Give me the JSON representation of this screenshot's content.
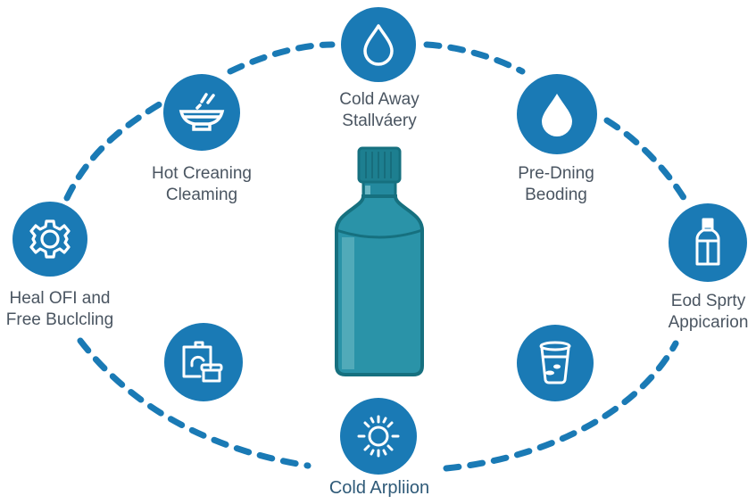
{
  "diagram": {
    "colors": {
      "accent": "#1a7ab5",
      "bottle": "#23899e",
      "bottle_dark": "#17707f",
      "bottle_highlight": "#5fb0bd",
      "text": "#4a5561",
      "connector": "#1a7ab5"
    },
    "center": {
      "icon": "bottle-icon"
    },
    "nodes": [
      {
        "id": "top",
        "icon": "water-drop-outline-icon",
        "line1": "Cold Away",
        "line2": "Stallváery"
      },
      {
        "id": "upper-left",
        "icon": "steaming-bowl-icon",
        "line1": "Hot Creaning",
        "line2": "Cleaming"
      },
      {
        "id": "upper-right",
        "icon": "water-drop-solid-icon",
        "line1": "Pre-Dning",
        "line2": "Beoding"
      },
      {
        "id": "left",
        "icon": "gear-icon",
        "line1": "Heal OFI and",
        "line2": "Free Buclcling"
      },
      {
        "id": "right",
        "icon": "spray-bottle-icon",
        "line1": "Eod Sprty",
        "line2": "Appicarion"
      },
      {
        "id": "lower-left",
        "icon": "bag-container-icon",
        "line1": "",
        "line2": ""
      },
      {
        "id": "lower-right",
        "icon": "cup-icon",
        "line1": "",
        "line2": ""
      },
      {
        "id": "bottom",
        "icon": "sun-icon",
        "line1": "Cold Arpliion",
        "line2": ""
      }
    ]
  }
}
